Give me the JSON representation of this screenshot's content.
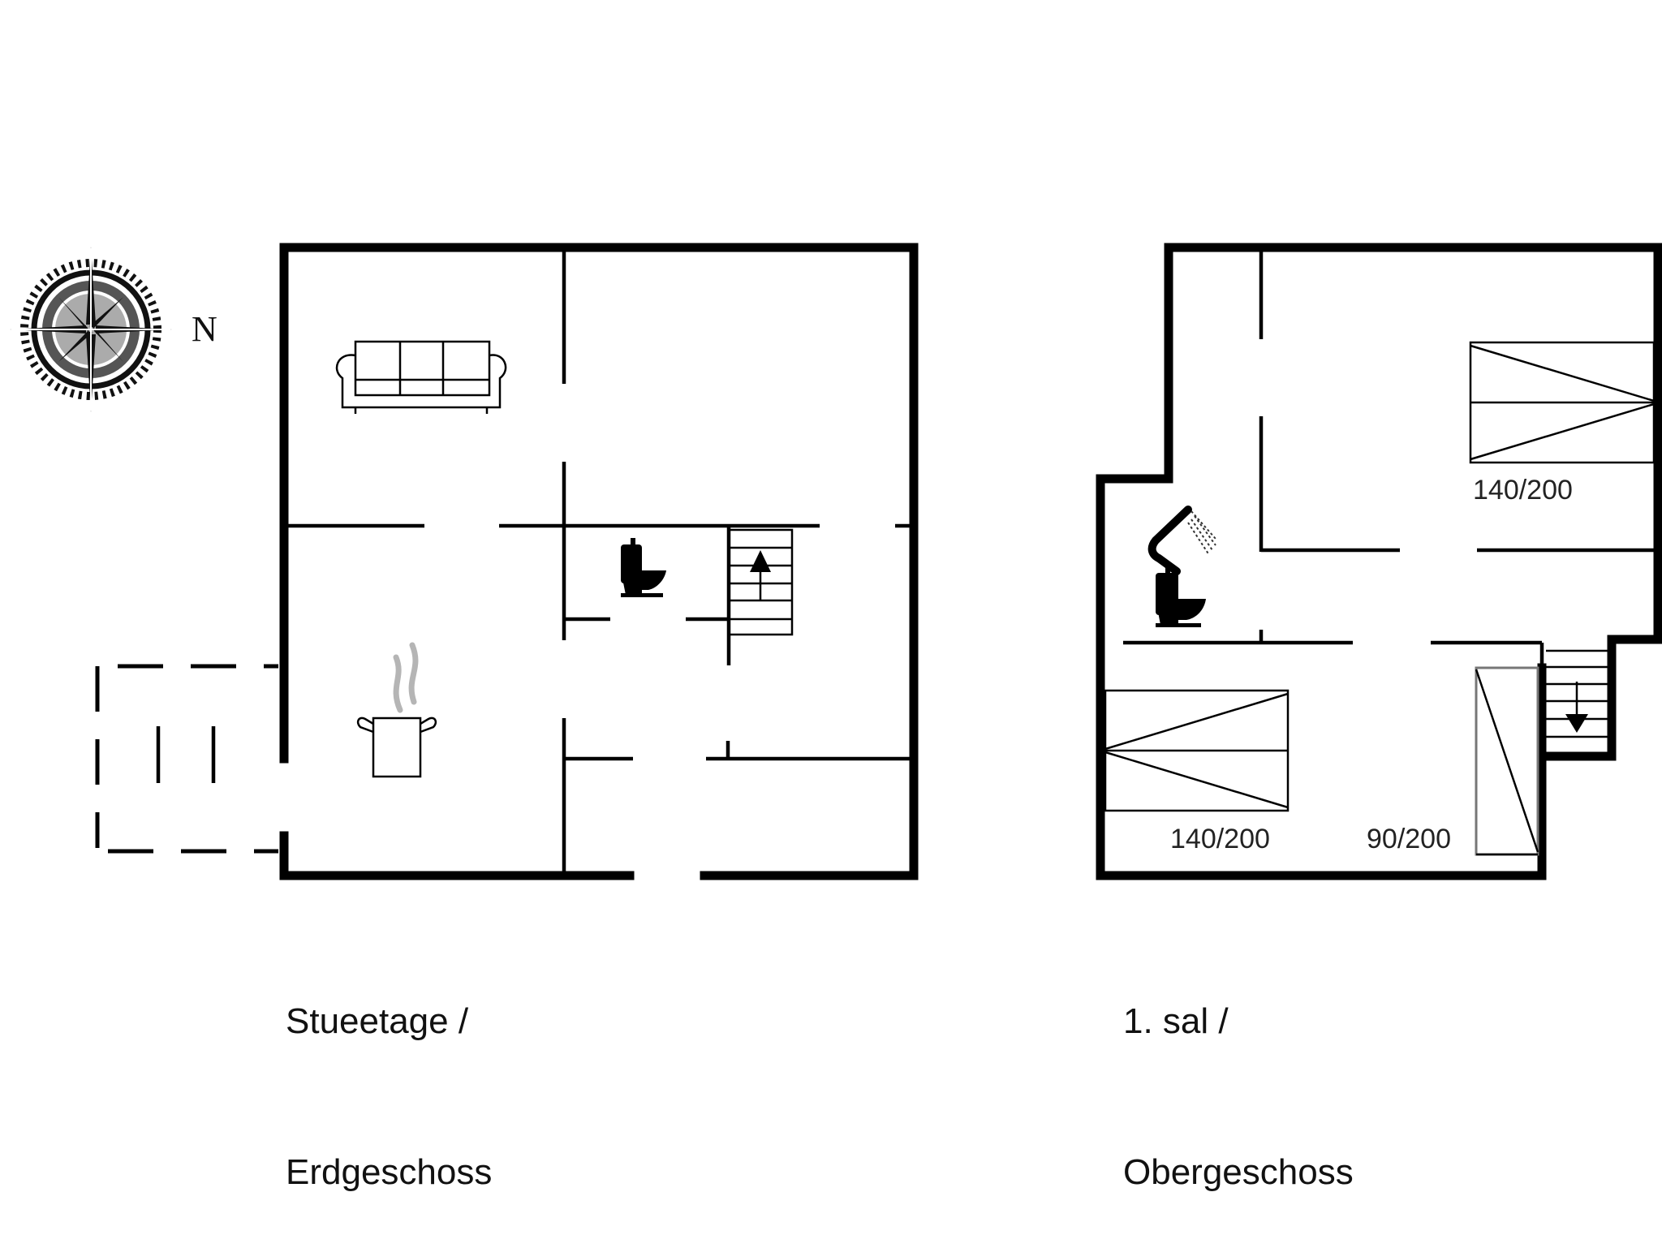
{
  "compass": {
    "icon": "compass-rose-icon",
    "north_label": "N"
  },
  "floors": [
    {
      "id": "ground",
      "label_line1": "Stueetage /",
      "label_line2": "Erdgeschoss",
      "symbols": [
        "sofa-icon",
        "cooking-pot-icon",
        "toilet-icon",
        "staircase-up-icon"
      ]
    },
    {
      "id": "first",
      "label_line1": "1. sal /",
      "label_line2": "Obergeschoss",
      "symbols": [
        "shower-icon",
        "toilet-icon",
        "staircase-down-icon",
        "double-bed-icon",
        "double-bed-icon",
        "single-bed-icon"
      ],
      "beds": [
        {
          "size": "140/200"
        },
        {
          "size": "140/200"
        },
        {
          "size": "90/200"
        }
      ]
    }
  ],
  "colors": {
    "wall": "#000000",
    "steam": "#b5b5b5",
    "background": "#ffffff"
  }
}
